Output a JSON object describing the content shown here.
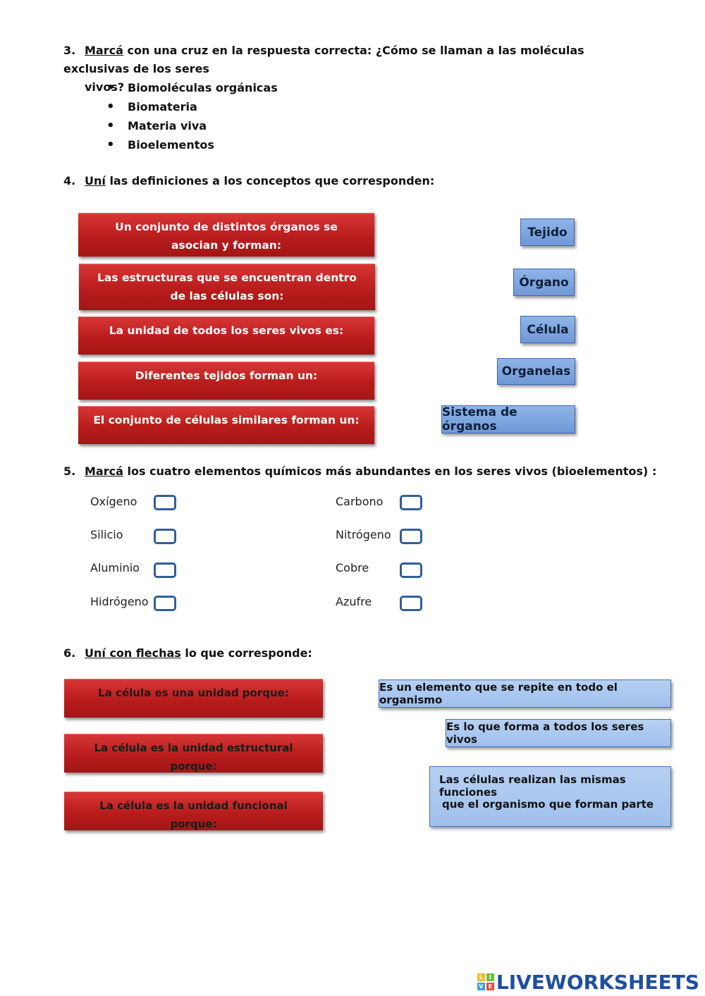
{
  "q3": {
    "number": "3.",
    "verb": "Marcá",
    "text": " con una cruz en la respuesta correcta: ¿Cómo se llaman a las moléculas exclusivas de los seres",
    "text2": "vivos?",
    "options": [
      "Biomoléculas orgánicas",
      "Biomateria",
      "Materia viva",
      "Bioelementos"
    ]
  },
  "q4": {
    "number": "4.",
    "verb": "Uní",
    "text": " las definiciones a los conceptos que corresponden:",
    "definitions": [
      "Un conjunto de distintos órganos se asocian y forman:",
      "Las estructuras que se encuentran dentro de las células son:",
      "La unidad de todos los seres vivos es:",
      "Diferentes tejidos forman un:",
      "El conjunto de células similares forman un:"
    ],
    "concepts": [
      "Tejido",
      "Órgano",
      "Célula",
      "Organelas",
      "Sistema de órganos"
    ]
  },
  "q5": {
    "number": "5.",
    "verb": "Marcá",
    "text": " los cuatro elementos químicos más abundantes en los seres vivos (bioelementos) :",
    "left": [
      "Oxígeno",
      "Silicio",
      "Aluminio",
      "Hidrógeno"
    ],
    "right": [
      "Carbono",
      "Nitrógeno",
      "Cobre",
      "Azufre"
    ]
  },
  "q6": {
    "number": "6.",
    "verb": "Uní con flechas",
    "text": " lo que corresponde:",
    "statements": [
      "La célula es una unidad porque:",
      "La célula es la unidad estructural  porque:",
      "La célula es la unidad funcional porque:"
    ],
    "answers": [
      "Es un elemento que se repite en todo el organismo",
      "Es lo que forma a todos los seres vivos",
      "Las células realizan las mismas funciones",
      "que el organismo que forman parte"
    ]
  },
  "footer": {
    "logo_text": "LIVEWORKSHEETS",
    "logo_letters": [
      "L",
      "I",
      "V",
      "E"
    ]
  },
  "colors": {
    "red": "#b91c1c",
    "blue": "#6f98d6",
    "light_blue": "#a9c7ef",
    "checkbox_border": "#2f5f9a",
    "logo": "#1f4f9c"
  }
}
